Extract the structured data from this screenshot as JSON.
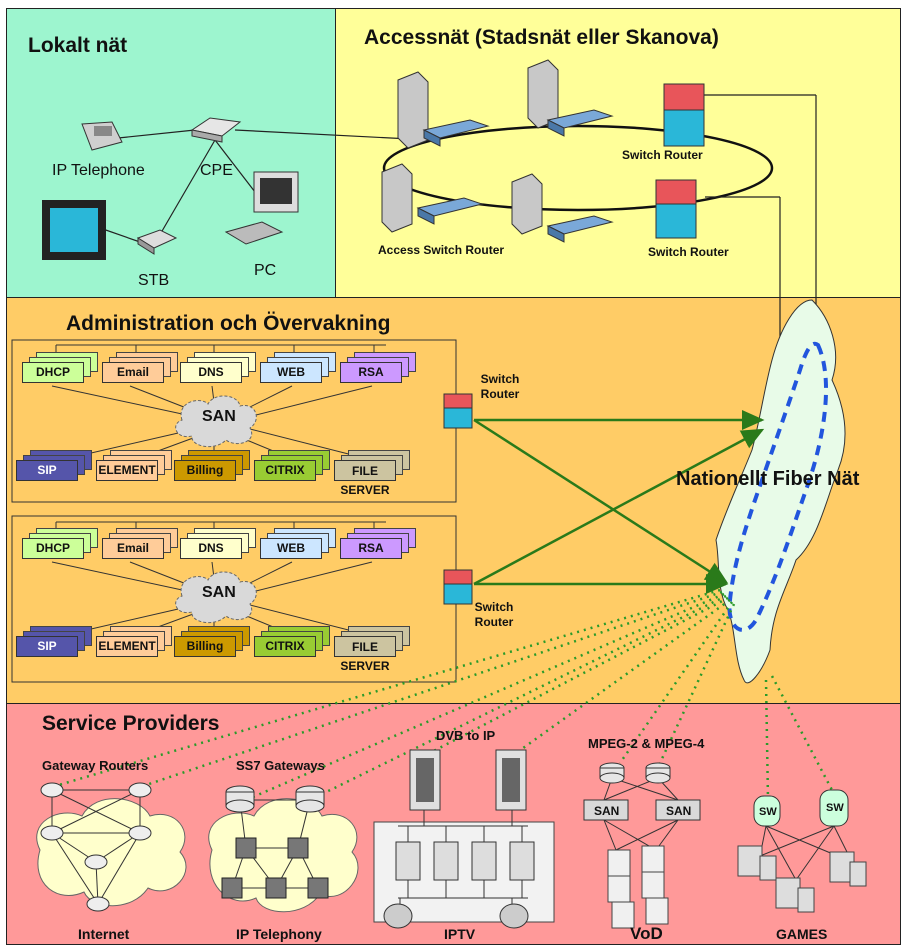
{
  "panels": {
    "local": {
      "title": "Lokalt nät",
      "color": "#9df5cf"
    },
    "access": {
      "title": "Accessnät (Stadsnät eller Skanova)",
      "color": "#ffff99"
    },
    "admin": {
      "title": "Administration och Övervakning",
      "color": "#ffcc66"
    },
    "providers": {
      "title": "Service Providers",
      "color": "#ff9999"
    }
  },
  "local": {
    "ip_telephone": "IP Telephone",
    "cpe": "CPE",
    "stb": "STB",
    "pc": "PC"
  },
  "access": {
    "access_switch_router": "Access Switch Router",
    "switch_router_1": "Switch Router",
    "switch_router_2": "Switch Router"
  },
  "admin": {
    "groups": [
      {
        "san": "SAN",
        "top": [
          "DHCP",
          "Email",
          "DNS",
          "WEB",
          "RSA"
        ],
        "bottom": [
          "SIP",
          "ELEMENT",
          "Billing",
          "CITRIX",
          "FILE SERVER"
        ]
      },
      {
        "san": "SAN",
        "top": [
          "DHCP",
          "Email",
          "DNS",
          "WEB",
          "RSA"
        ],
        "bottom": [
          "SIP",
          "ELEMENT",
          "Billing",
          "CITRIX",
          "FILE SERVER"
        ]
      }
    ],
    "switch_router_top": "Switch Router",
    "switch_router_bottom": "Switch Router",
    "fiber_label": "Nationellt Fiber Nät",
    "colors": {
      "DHCP": "#ccff99",
      "Email": "#ffcc99",
      "DNS": "#ffffcc",
      "WEB": "#cce6ff",
      "RSA": "#cc99ff",
      "SIP": "#5555aa",
      "ELEMENT": "#ffcc99",
      "Billing": "#cc9900",
      "CITRIX": "#99cc33",
      "FILE SERVER": "#ccc4a0"
    }
  },
  "providers": {
    "gateway_routers": "Gateway Routers",
    "internet": "Internet",
    "ss7_gateways": "SS7 Gateways",
    "ip_telephony": "IP Telephony",
    "dvb_to_ip": "DVB to IP",
    "iptv": "IPTV",
    "mpeg": "MPEG-2 & MPEG-4",
    "san_left": "SAN",
    "san_right": "SAN",
    "vod": "VoD",
    "sw_left": "SW",
    "sw_right": "SW",
    "games": "GAMES"
  }
}
